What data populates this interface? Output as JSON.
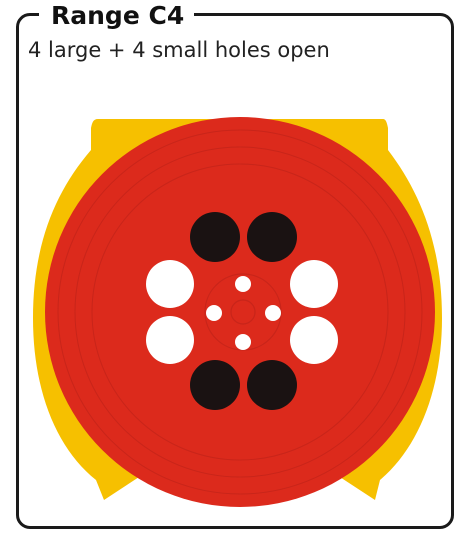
{
  "title": "Range C4",
  "description": "4 large + 4 small holes open",
  "colors": {
    "housing": "#f6c000",
    "disc": "#dc2a1c",
    "open_hole": "#ffffff",
    "closed_hole": "#1a1212",
    "border": "#1a1a1a"
  },
  "holes": {
    "large_open": 4,
    "large_closed": 4,
    "small_open": 4
  }
}
